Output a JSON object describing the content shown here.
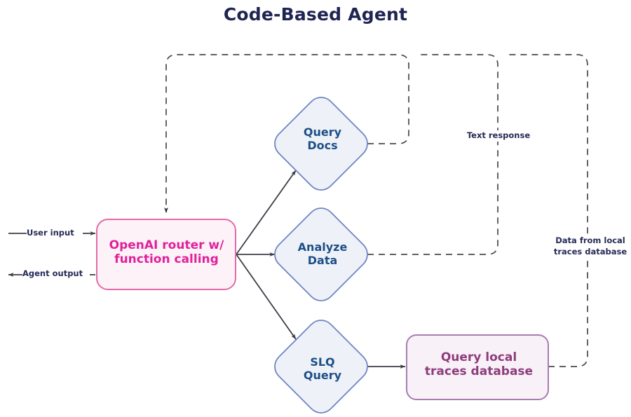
{
  "diagram": {
    "title": "Code-Based Agent",
    "title_color": "#1f2452",
    "background": "#ffffff"
  },
  "nodes": {
    "router": {
      "label": "OpenAI router w/\nfunction calling",
      "shape": "rounded-rect",
      "fill": "#fdf2f8",
      "stroke": "#e46aa7",
      "text_color": "#e0219a"
    },
    "query_docs": {
      "label": "Query\nDocs",
      "shape": "diamond",
      "fill": "#eef2f8",
      "stroke": "#6f84c4",
      "text_color": "#1e4f87"
    },
    "analyze_data": {
      "label": "Analyze\nData",
      "shape": "diamond",
      "fill": "#eef2f8",
      "stroke": "#6f84c4",
      "text_color": "#1e4f87"
    },
    "slq_query": {
      "label": "SLQ\nQuery",
      "shape": "diamond",
      "fill": "#eef2f8",
      "stroke": "#6f84c4",
      "text_color": "#1e4f87"
    },
    "traces_db": {
      "label": "Query local\ntraces database",
      "shape": "rounded-rect",
      "fill": "#f8f1f7",
      "stroke": "#a87cb0",
      "text_color": "#8e3d7c"
    }
  },
  "edges": {
    "user_input": {
      "label": "User input",
      "style": "solid",
      "arrow": "right"
    },
    "agent_output": {
      "label": "Agent output",
      "style": "solid",
      "arrow": "left"
    },
    "router_to_query_docs": {
      "label": "",
      "style": "solid",
      "arrow": "end"
    },
    "router_to_analyze_data": {
      "label": "",
      "style": "solid",
      "arrow": "end"
    },
    "router_to_slq_query": {
      "label": "",
      "style": "solid",
      "arrow": "end"
    },
    "slq_to_traces_db": {
      "label": "",
      "style": "solid",
      "arrow": "end"
    },
    "text_response": {
      "label": "Text response",
      "style": "dashed",
      "arrow": "end"
    },
    "data_from_db": {
      "label": "Data from local\ntraces database",
      "style": "dashed",
      "arrow": "none"
    }
  },
  "colors": {
    "line": "#4a4a4a",
    "dashed_line": "#4a4a4a",
    "label_text": "#262b55"
  }
}
